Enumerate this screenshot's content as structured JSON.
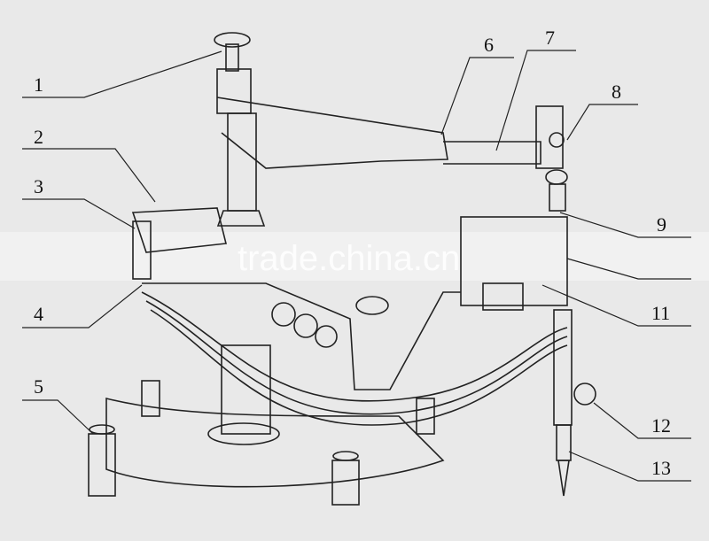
{
  "diagram": {
    "callouts": [
      "1",
      "2",
      "3",
      "4",
      "5",
      "6",
      "7",
      "8",
      "9",
      "11",
      "12",
      "13"
    ],
    "watermark": "trade.china.cn"
  },
  "colors": {
    "background": "#e9e9e9",
    "line": "#222222"
  }
}
